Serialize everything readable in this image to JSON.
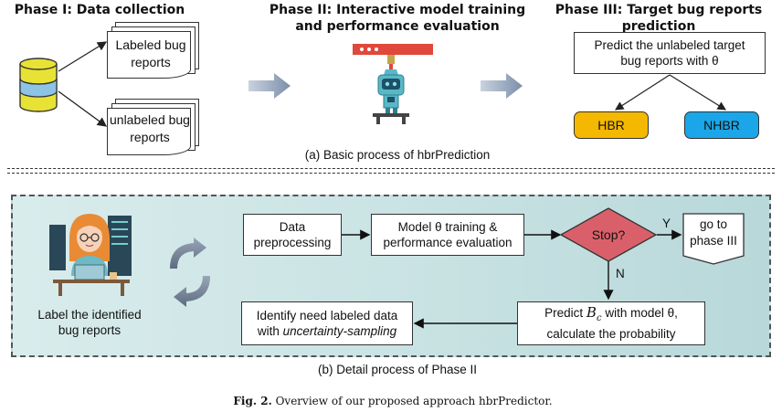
{
  "phase1": {
    "title": "Phase I: Data collection",
    "labeled": "Labeled bug reports",
    "unlabeled": "unlabeled bug reports"
  },
  "phase2": {
    "title_line1": "Phase II: Interactive model training",
    "title_line2": "and performance evaluation"
  },
  "phase3": {
    "title": "Phase III: Target bug reports prediction",
    "predict_line1": "Predict the unlabeled target",
    "predict_line2": "bug reports with θ",
    "hbr": "HBR",
    "nhbr": "NHBR"
  },
  "caption_a": "(a) Basic process of hbrPrediction",
  "detail": {
    "actor_label_line1": "Label the identified",
    "actor_label_line2": "bug reports",
    "preprocess_line1": "Data",
    "preprocess_line2": "preprocessing",
    "train_line1": "Model θ training &",
    "train_line2": "performance evaluation",
    "stop": "Stop?",
    "yes": "Y",
    "no": "N",
    "goto_line1": "go to",
    "goto_line2": "phase III",
    "predict_pre": "Predict",
    "predict_var": "B",
    "predict_sub": "c",
    "predict_post": "with model θ,",
    "predict_line2": "calculate the probability",
    "identify_line1": "Identify need labeled data",
    "identify_pre": "with",
    "identify_em": "uncertainty-sampling"
  },
  "caption_b": "(b) Detail process of Phase II",
  "figure": {
    "label": "Fig. 2.",
    "text": "Overview of our proposed approach hbrPredictor."
  },
  "colors": {
    "hbr": "#f5b800",
    "nhbr": "#1aa6e8",
    "stop": "#d9606a",
    "panel": "#c7e1e2",
    "db": "#e8e234",
    "db_band": "#8cc3e6"
  },
  "icons": {
    "database": "database-icon",
    "robot": "robot-arm-icon",
    "cycle": "refresh-cycle-icon",
    "person": "person-at-laptop-icon"
  }
}
